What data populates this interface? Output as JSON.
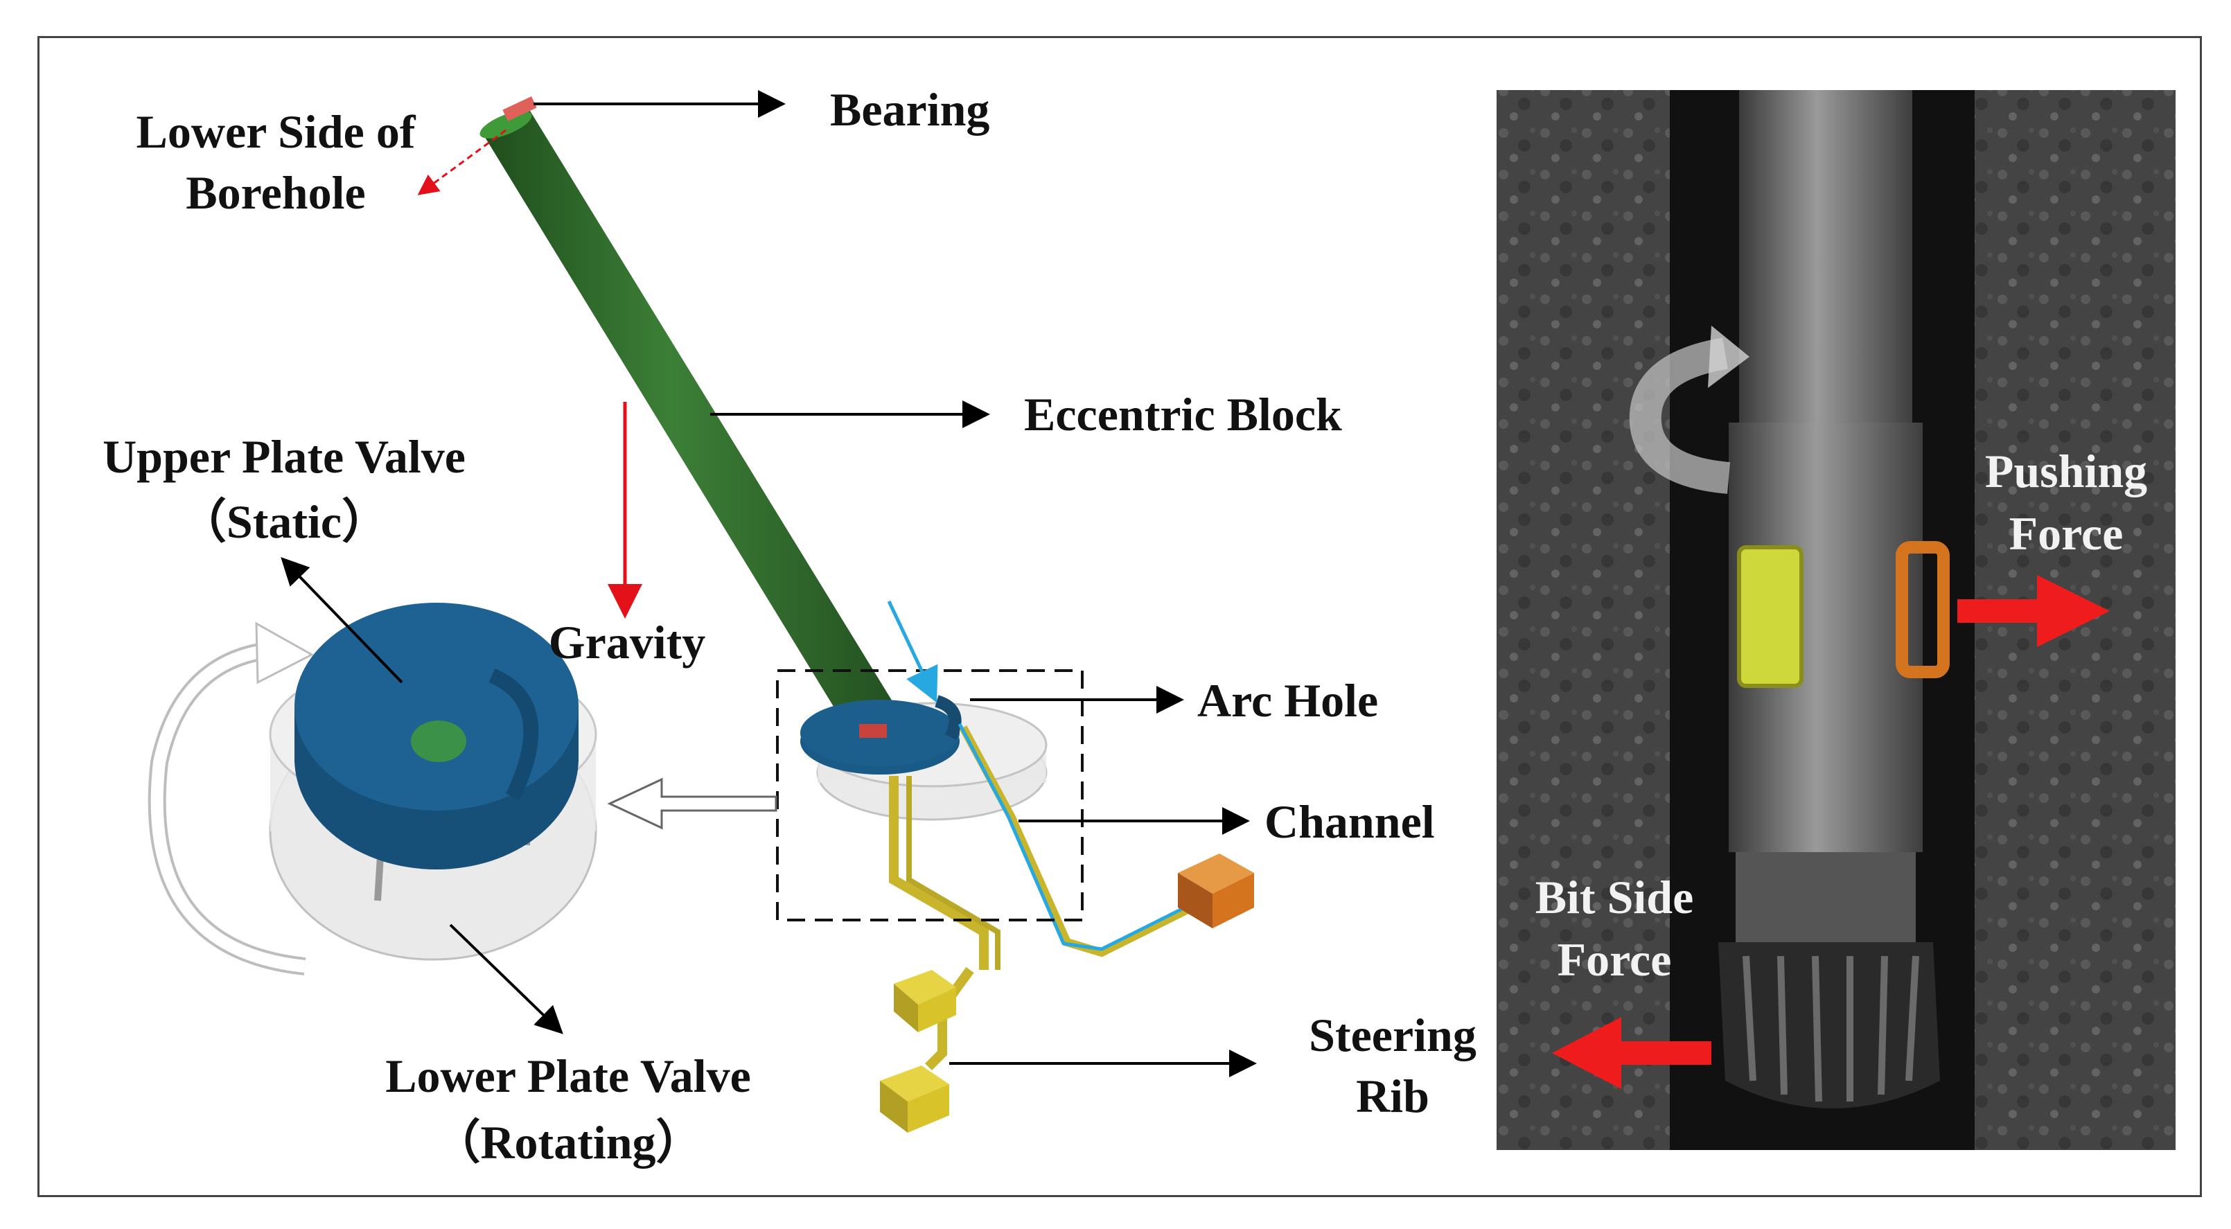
{
  "labels": {
    "lower_side": [
      "Lower Side of",
      "Borehole"
    ],
    "bearing": "Bearing",
    "eccentric_block": "Eccentric Block",
    "upper_plate_valve": [
      "Upper Plate Valve",
      "（Static）"
    ],
    "gravity": "Gravity",
    "arc_hole": "Arc Hole",
    "channel": "Channel",
    "lower_plate_valve": [
      "Lower Plate Valve",
      "（Rotating）"
    ],
    "steering_rib": [
      "Steering",
      "Rib"
    ],
    "pushing_force": [
      "Pushing",
      "Force"
    ],
    "bit_side_force": [
      "Bit Side",
      "Force"
    ]
  },
  "colors": {
    "eccentric_block": "#2f6b2c",
    "plate_valve": "#1d5f8c",
    "channel_yellow": "#c9b52c",
    "rib_yellow": "#d8c32a",
    "rib_orange": "#d5741e",
    "gravity_arrow": "#e3121a",
    "blue_arrow": "#28a8e0",
    "force_arrow": "#ee1c1c"
  }
}
